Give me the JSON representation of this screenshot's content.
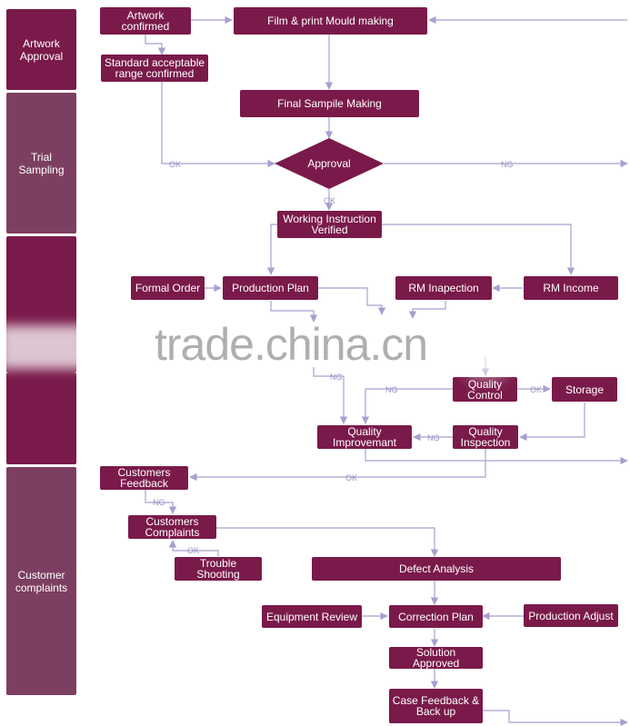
{
  "lanes": {
    "artwork": "Artwork\nApproval",
    "trial": "Trial\nSampling",
    "production": "",
    "quality": "",
    "customer": "Customer\ncomplaints"
  },
  "nodes": {
    "artwork_confirmed": "Artwork\nconfirmed",
    "film_mould": "Film & print Mould making",
    "standard_range": "Standard acceptable\nrange confirmed",
    "final_sample": "Final Sampile Making",
    "approval": "Approval",
    "working_instruction": "Working Instruction\nVerified",
    "formal_order": "Formal Order",
    "production_plan": "Production Plan",
    "rm_inspection": "RM Inapection",
    "rm_income": "RM Income",
    "quality_control": "Quality\nControl",
    "storage": "Storage",
    "quality_improvement": "Quality\nImprovemant",
    "quality_inspection": "Quality\nInspection",
    "customers_feedback": "Customers\nFeedback",
    "customers_complaints": "Customers\nComplaints",
    "trouble_shooting": "Trouble Shooting",
    "defect_analysis": "Defect Analysis",
    "equipment_review": "Equipment Review",
    "correction_plan": "Correction Plan",
    "production_adjust": "Production Adjust",
    "solution_approved": "Solution Approved",
    "case_feedback": "Case Feedback &\nBack up"
  },
  "edge_labels": {
    "ok_standard": "OK",
    "ng_approval": "NG",
    "ok_approval": "OK",
    "ng_production": "NG",
    "ng_qc": "NG",
    "ok_qc": "OK",
    "ng_inspection": "NG",
    "ok_feedback": "OK",
    "ng_feedback": "NG",
    "ok_trouble": "OK"
  },
  "watermark": "trade.china.cn",
  "colors": {
    "box": "#7a1a4a",
    "lane_mid": "#7d3f61",
    "connector": "#a99fcf",
    "label": "#9a92c4"
  }
}
